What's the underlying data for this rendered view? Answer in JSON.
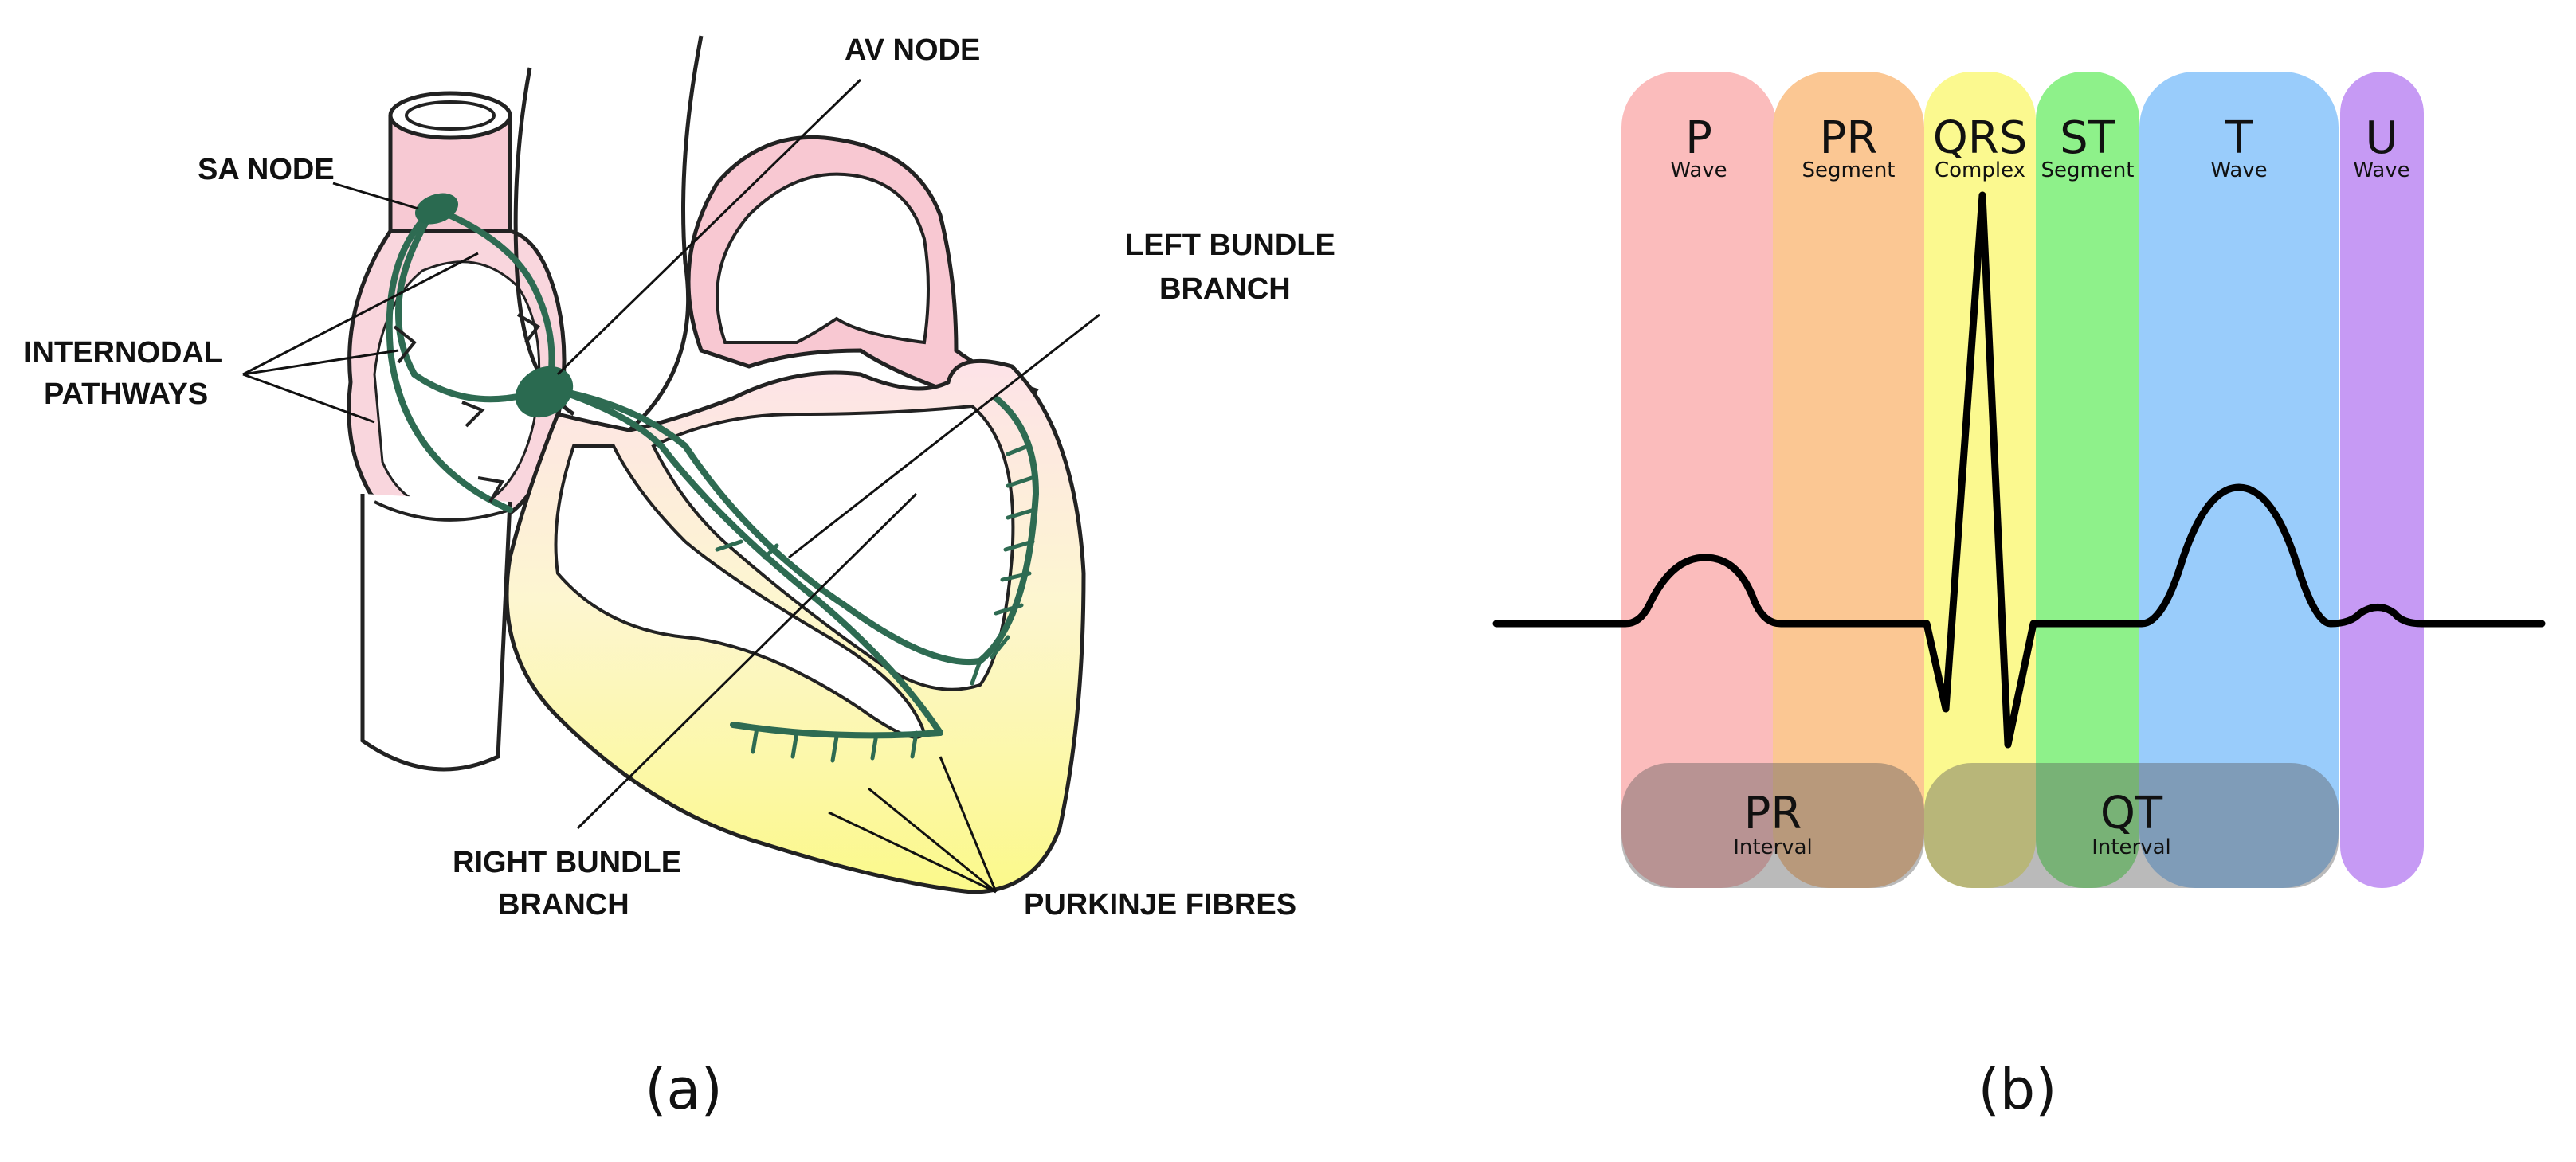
{
  "panel_a": {
    "caption": "(a)",
    "labels": {
      "sa_node": "SA NODE",
      "av_node": "AV NODE",
      "internodal_1": "INTERNODAL",
      "internodal_2": "PATHWAYS",
      "left_bundle_1": "LEFT BUNDLE",
      "left_bundle_2": "BRANCH",
      "right_bundle_1": "RIGHT BUNDLE",
      "right_bundle_2": "BRANCH",
      "purkinje": "PURKINJE FIBRES"
    },
    "colors": {
      "conduction": "#2e6b52",
      "node": "#2a6a50",
      "atria": "#f8c8d2",
      "ventricles": "#fbf6a0",
      "outline": "#222222"
    }
  },
  "panel_b": {
    "caption": "(b)",
    "segments": [
      {
        "name": "P",
        "sub": "Wave",
        "color": "#fbbcbc"
      },
      {
        "name": "PR",
        "sub": "Segment",
        "color": "#fbc793"
      },
      {
        "name": "QRS",
        "sub": "Complex",
        "color": "#fbf98f"
      },
      {
        "name": "ST",
        "sub": "Segment",
        "color": "#8ef18a"
      },
      {
        "name": "T",
        "sub": "Wave",
        "color": "#99ccfb"
      },
      {
        "name": "U",
        "sub": "Wave",
        "color": "#c69af4"
      }
    ],
    "intervals": [
      {
        "name": "PR",
        "sub": "Interval"
      },
      {
        "name": "QT",
        "sub": "Interval"
      }
    ],
    "interval_shade": "#5a5a5a",
    "trace_color": "#000000"
  }
}
